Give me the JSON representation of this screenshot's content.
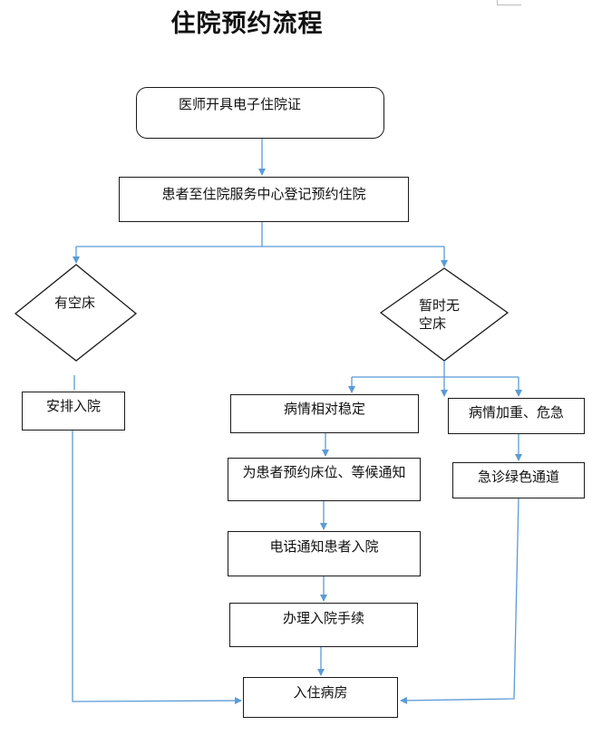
{
  "title": "住院预约流程",
  "steps": {
    "issue": "医师开具电子住院证",
    "register": "患者至住院服务中心登记预约住院",
    "has_bed": "有空床",
    "no_bed_line1": "暂时无",
    "no_bed_line2": "空床",
    "arrange": "安排入院",
    "stable": "病情相对稳定",
    "serious": "病情加重、危急",
    "reserve": "为患者预约床位、等候通知",
    "emergency": "急诊绿色通道",
    "phone": "电话通知患者入院",
    "procedures": "办理入院手续",
    "admit": "入住病房"
  },
  "colors": {
    "connector": "#5b9bd5",
    "border": "#1a1a1a"
  }
}
